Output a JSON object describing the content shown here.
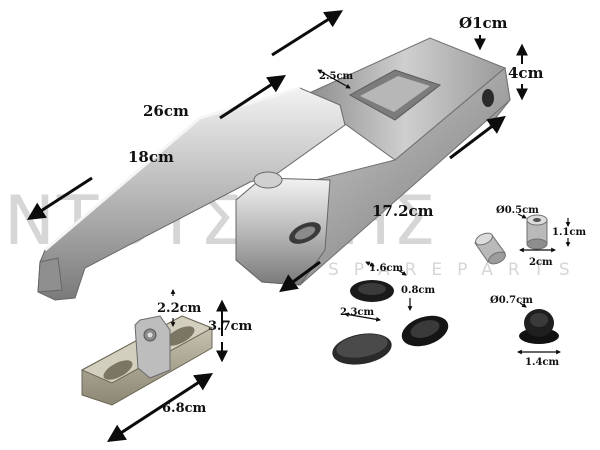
{
  "watermark": {
    "brand": "ΝΤΟΥΣΑΚΗΣ",
    "tagline": "SPAREPARTS"
  },
  "dimensions": {
    "handle_total_length": "26cm",
    "handle_grip_length": "18cm",
    "handle_width": "2.5cm",
    "pin_diameter": "Ø1cm",
    "body_height": "4cm",
    "body_length": "17.2cm",
    "plate_height_small": "2.2cm",
    "plate_height_total": "3.7cm",
    "plate_length": "6.8cm",
    "bushing_inner_diameter": "Ø0.5cm",
    "bushing_height": "1.1cm",
    "bushing_length": "2cm",
    "oval_cap_width": "1.6cm",
    "oval_cap_depth": "0.8cm",
    "oval_cap_length": "2.3cm",
    "round_cap_diameter": "Ø0.7cm",
    "round_cap_width": "1.4cm"
  },
  "colors": {
    "chrome_light": "#e6e6e6",
    "chrome_mid": "#a9a9a9",
    "chrome_dark": "#6f6f6f",
    "cap_black": "#1a1a1a",
    "arrow_black": "#0c0c0c",
    "watermark": "#d6d6d6"
  }
}
